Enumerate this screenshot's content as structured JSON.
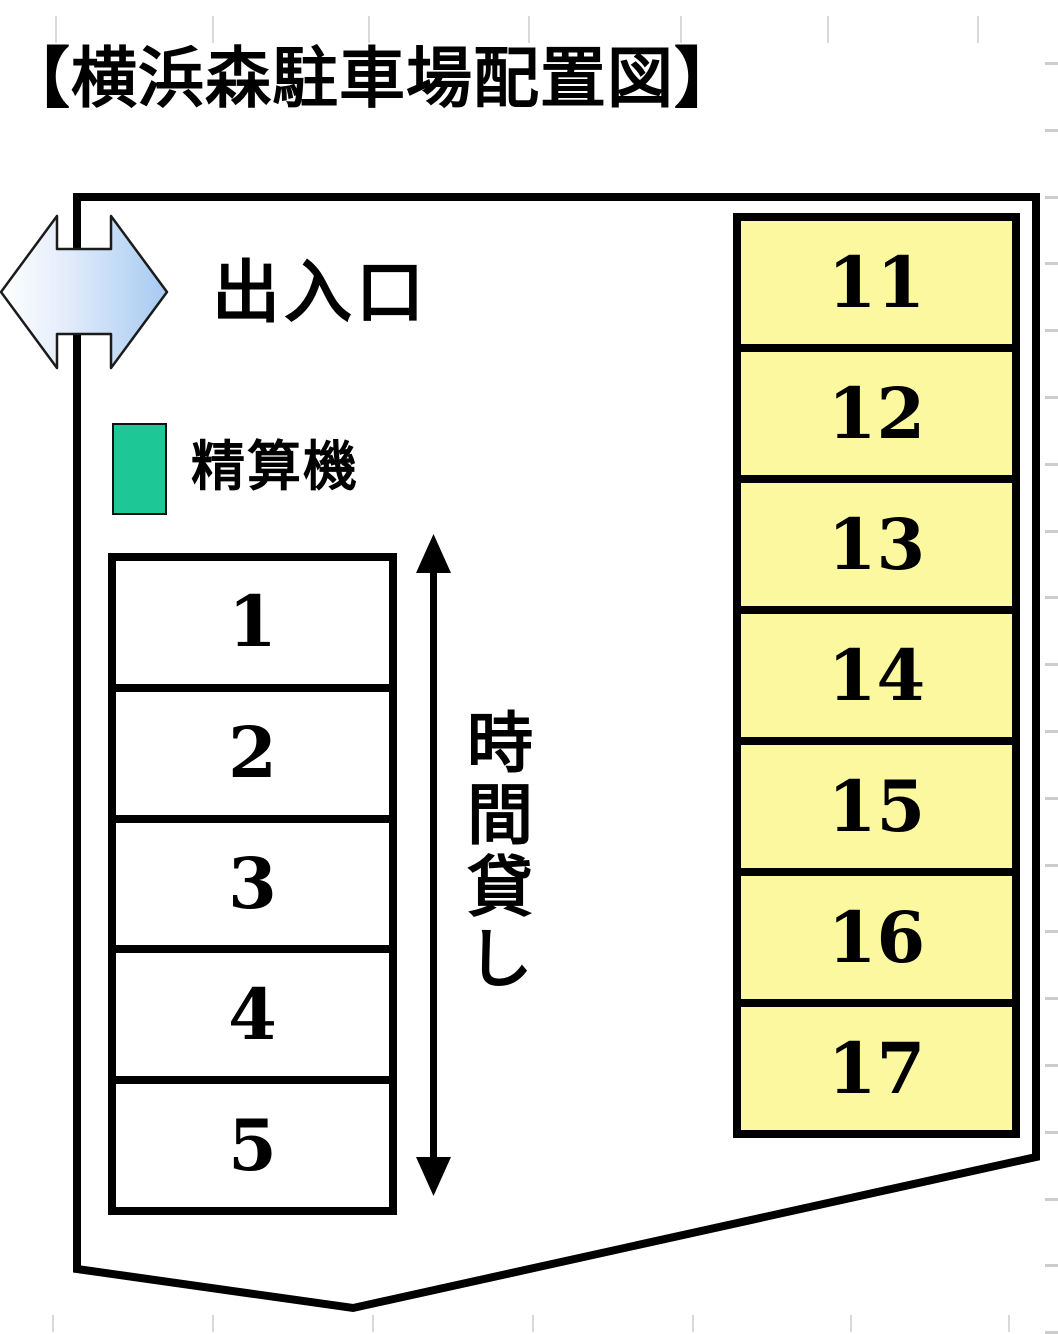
{
  "title": "【横浜森駐車場配置図】",
  "entrance_label": "出入口",
  "payment_machine_label": "精算機",
  "hourly_rental_label": "時間貸し",
  "left_column_spaces": [
    "1",
    "2",
    "3",
    "4",
    "5"
  ],
  "right_column_spaces": [
    "11",
    "12",
    "13",
    "14",
    "15",
    "16",
    "17"
  ],
  "colors": {
    "space_fill_yellow": "#fbf8a0",
    "payment_machine_green": "#1ec796",
    "entrance_arrow_blue": "#a6caf2",
    "outline_black": "#000000",
    "grid_artifact_gray": "#d9d9d9"
  }
}
